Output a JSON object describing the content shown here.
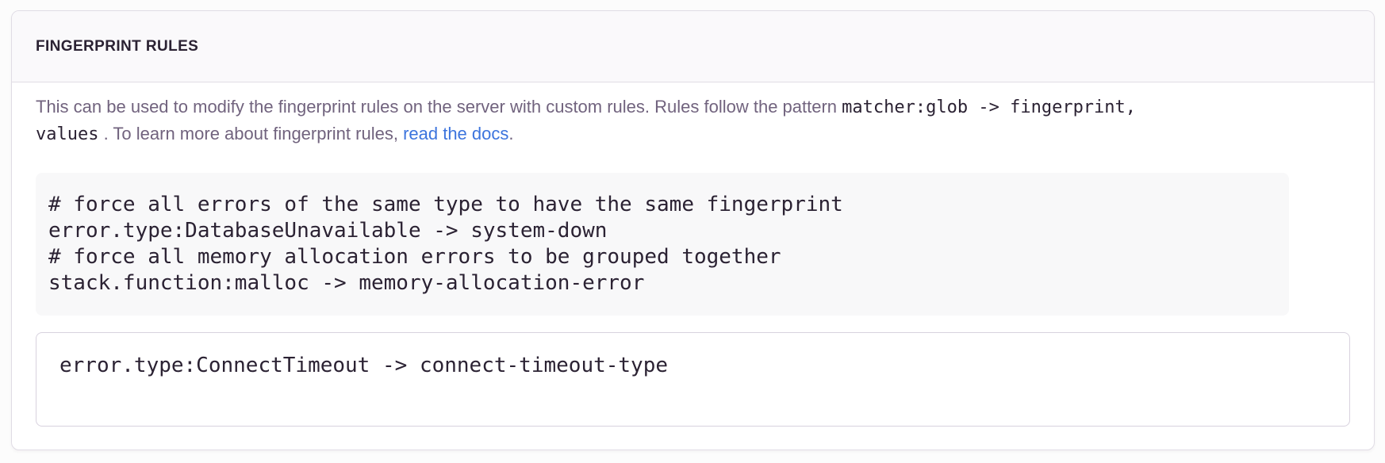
{
  "panel": {
    "title": "FINGERPRINT RULES",
    "description": {
      "text_before_pattern": "This can be used to modify the fingerprint rules on the server with custom rules. Rules follow the pattern ",
      "pattern_code_line1": "matcher:glob -> fingerprint,",
      "pattern_code_line2": "values",
      "text_after_pattern": " . To learn more about fingerprint rules, ",
      "docs_link_label": "read the docs",
      "text_after_link": "."
    },
    "example_code": "# force all errors of the same type to have the same fingerprint\nerror.type:DatabaseUnavailable -> system-down\n# force all memory allocation errors to be grouped together\nstack.function:malloc -> memory-allocation-error",
    "rules_input": {
      "value": "error.type:ConnectTimeout -> connect-timeout-type"
    },
    "colors": {
      "link_blue": "#3c74dd",
      "title_text": "#2b2233",
      "body_text": "#71637e",
      "code_text": "#2b2233",
      "header_bg": "#faf9fb",
      "example_bg": "#f8f8f9",
      "panel_border": "#e0dce5",
      "textarea_border": "#d8d2de"
    }
  }
}
